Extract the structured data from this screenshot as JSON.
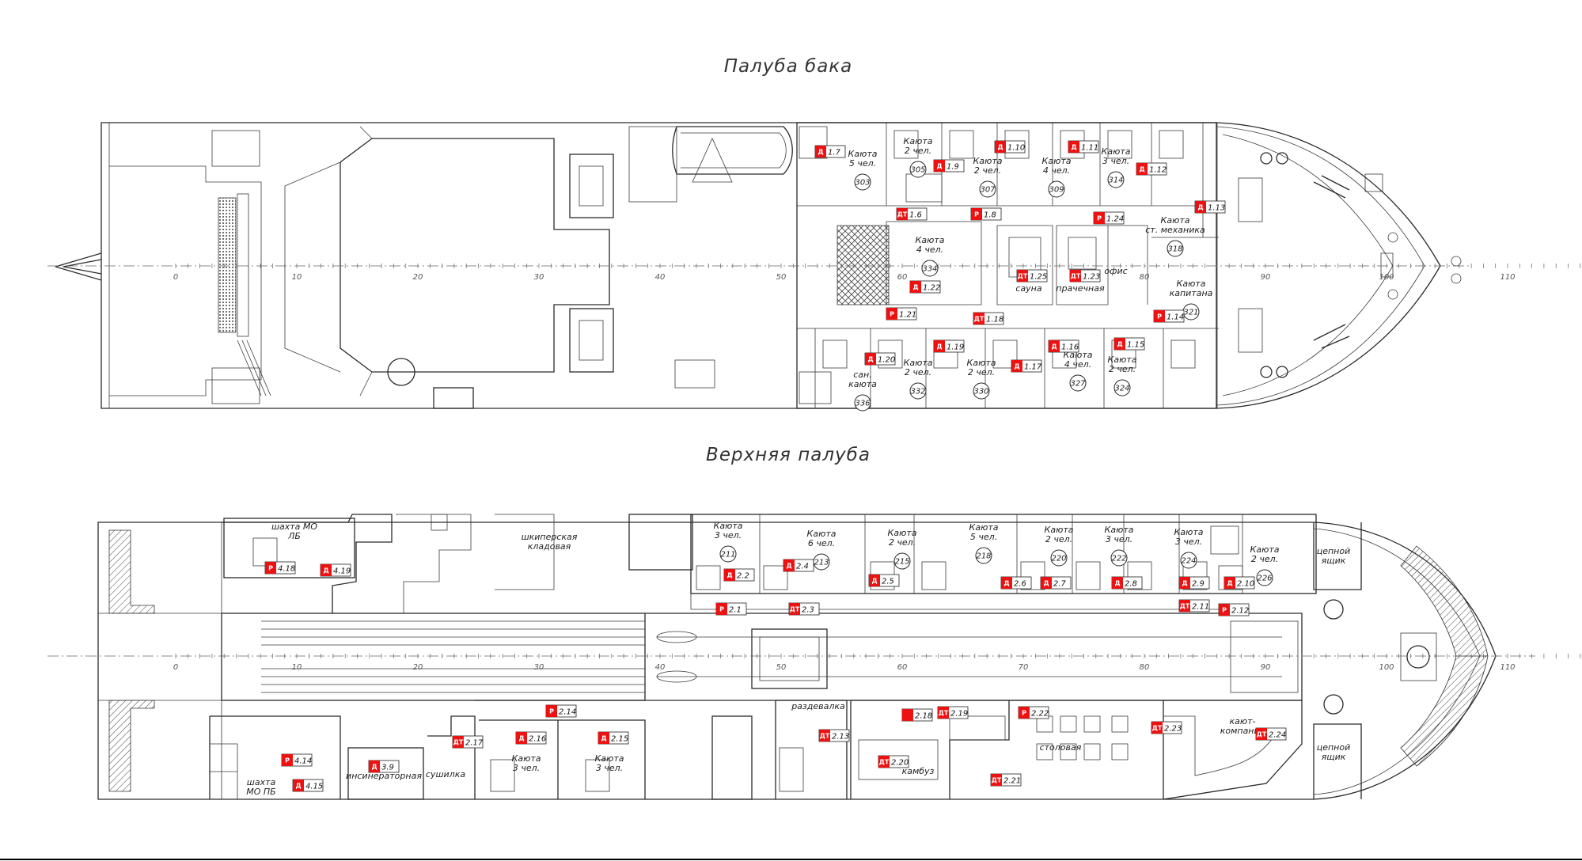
{
  "colors": {
    "sensor_red": "#ee1111",
    "ink": "#2a2a2a",
    "background": "#ffffff"
  },
  "decks": [
    {
      "title": "Палуба бака",
      "frames": [
        "0",
        "10",
        "20",
        "30",
        "40",
        "50",
        "60",
        "70",
        "80",
        "90",
        "100",
        "110"
      ],
      "rooms": [
        {
          "label": "Каюта\n5 чел.",
          "num": "303"
        },
        {
          "label": "Каюта\n2 чел.",
          "num": "305"
        },
        {
          "label": "Каюта\n2 чел.",
          "num": "307"
        },
        {
          "label": "Каюта\n4 чел.",
          "num": "309"
        },
        {
          "label": "Каюта\n3 чел.",
          "num": "314"
        },
        {
          "label": "Каюта\nст. механика",
          "num": "318"
        },
        {
          "label": "Каюта\n4 чел.",
          "num": "334"
        },
        {
          "label": "сауна",
          "num": ""
        },
        {
          "label": "прачечная",
          "num": ""
        },
        {
          "label": "офис",
          "num": ""
        },
        {
          "label": "Каюта\nкапитана",
          "num": "321"
        },
        {
          "label": "сан.\nкаюта",
          "num": "336"
        },
        {
          "label": "Каюта\n2 чел.",
          "num": "332"
        },
        {
          "label": "Каюта\n2 чел.",
          "num": "330"
        },
        {
          "label": "Каюта\n4 чел.",
          "num": "327"
        },
        {
          "label": "Каюта\n2 чел.",
          "num": "324"
        }
      ],
      "tags": [
        {
          "sym": "Д",
          "text": "1.7"
        },
        {
          "sym": "Д",
          "text": "1.9"
        },
        {
          "sym": "Д",
          "text": "1.10"
        },
        {
          "sym": "Д",
          "text": "1.11"
        },
        {
          "sym": "Д",
          "text": "1.12"
        },
        {
          "sym": "Д",
          "text": "1.13"
        },
        {
          "sym": "ДТ",
          "text": "1.6"
        },
        {
          "sym": "Р",
          "text": "1.8"
        },
        {
          "sym": "Р",
          "text": "1.24"
        },
        {
          "sym": "ДТ",
          "text": "1.25"
        },
        {
          "sym": "ДТ",
          "text": "1.23"
        },
        {
          "sym": "Д",
          "text": "1.22"
        },
        {
          "sym": "Р",
          "text": "1.21"
        },
        {
          "sym": "ДТ",
          "text": "1.18"
        },
        {
          "sym": "Р",
          "text": "1.14"
        },
        {
          "sym": "Д",
          "text": "1.20"
        },
        {
          "sym": "Д",
          "text": "1.19"
        },
        {
          "sym": "Д",
          "text": "1.17"
        },
        {
          "sym": "Д",
          "text": "1.16"
        },
        {
          "sym": "Д",
          "text": "1.15"
        }
      ]
    },
    {
      "title": "Верхняя палуба",
      "frames": [
        "0",
        "10",
        "20",
        "30",
        "40",
        "50",
        "60",
        "70",
        "80",
        "90",
        "100",
        "110"
      ],
      "rooms": [
        {
          "label": "шахта МО\nЛБ",
          "num": ""
        },
        {
          "label": "шкиперская\nкладовая",
          "num": ""
        },
        {
          "label": "Каюта\n3 чел.",
          "num": "211"
        },
        {
          "label": "Каюта\n6 чел.",
          "num": "213"
        },
        {
          "label": "Каюта\n2 чел.",
          "num": "215"
        },
        {
          "label": "Каюта\n5 чел.",
          "num": "218"
        },
        {
          "label": "Каюта\n2 чел.",
          "num": "220"
        },
        {
          "label": "Каюта\n3 чел.",
          "num": "222"
        },
        {
          "label": "Каюта\n3 чел.",
          "num": "224"
        },
        {
          "label": "Каюта\n2 чел.",
          "num": "226"
        },
        {
          "label": "цепной\nящик",
          "num": ""
        },
        {
          "label": "цепной\nящик",
          "num": ""
        },
        {
          "label": "шахта\nМО ПБ",
          "num": ""
        },
        {
          "label": "инсинераторная",
          "num": ""
        },
        {
          "label": "сушилка",
          "num": ""
        },
        {
          "label": "Каюта\n3 чел.",
          "num": ""
        },
        {
          "label": "Каюта\n3 чел.",
          "num": ""
        },
        {
          "label": "раздевалка",
          "num": ""
        },
        {
          "label": "камбуз",
          "num": ""
        },
        {
          "label": "столовая",
          "num": ""
        },
        {
          "label": "кают-\nкомпания",
          "num": ""
        }
      ],
      "tags": [
        {
          "sym": "Р",
          "text": "4.18"
        },
        {
          "sym": "Д",
          "text": "4.19"
        },
        {
          "sym": "Д",
          "text": "2.2"
        },
        {
          "sym": "Д",
          "text": "2.4"
        },
        {
          "sym": "Д",
          "text": "2.5"
        },
        {
          "sym": "Д",
          "text": "2.6"
        },
        {
          "sym": "Д",
          "text": "2.7"
        },
        {
          "sym": "Д",
          "text": "2.8"
        },
        {
          "sym": "Д",
          "text": "2.9"
        },
        {
          "sym": "Д",
          "text": "2.10"
        },
        {
          "sym": "Р",
          "text": "2.1"
        },
        {
          "sym": "ДТ",
          "text": "2.3"
        },
        {
          "sym": "ДТ",
          "text": "2.11"
        },
        {
          "sym": "Р",
          "text": "2.12"
        },
        {
          "sym": "Р",
          "text": "2.14"
        },
        {
          "sym": "Д",
          "text": "2.16"
        },
        {
          "sym": "Д",
          "text": "2.15"
        },
        {
          "sym": "ДТ",
          "text": "2.17"
        },
        {
          "sym": "Р",
          "text": "4.14"
        },
        {
          "sym": "Д",
          "text": "4.15"
        },
        {
          "sym": "Д",
          "text": "3.9"
        },
        {
          "sym": "ДТ",
          "text": "2.13"
        },
        {
          "sym": "",
          "text": "2.18"
        },
        {
          "sym": "ДТ",
          "text": "2.19"
        },
        {
          "sym": "ДТ",
          "text": "2.20"
        },
        {
          "sym": "Р",
          "text": "2.22"
        },
        {
          "sym": "ДТ",
          "text": "2.21"
        },
        {
          "sym": "ДТ",
          "text": "2.23"
        },
        {
          "sym": "ДТ",
          "text": "2.24"
        }
      ]
    }
  ]
}
